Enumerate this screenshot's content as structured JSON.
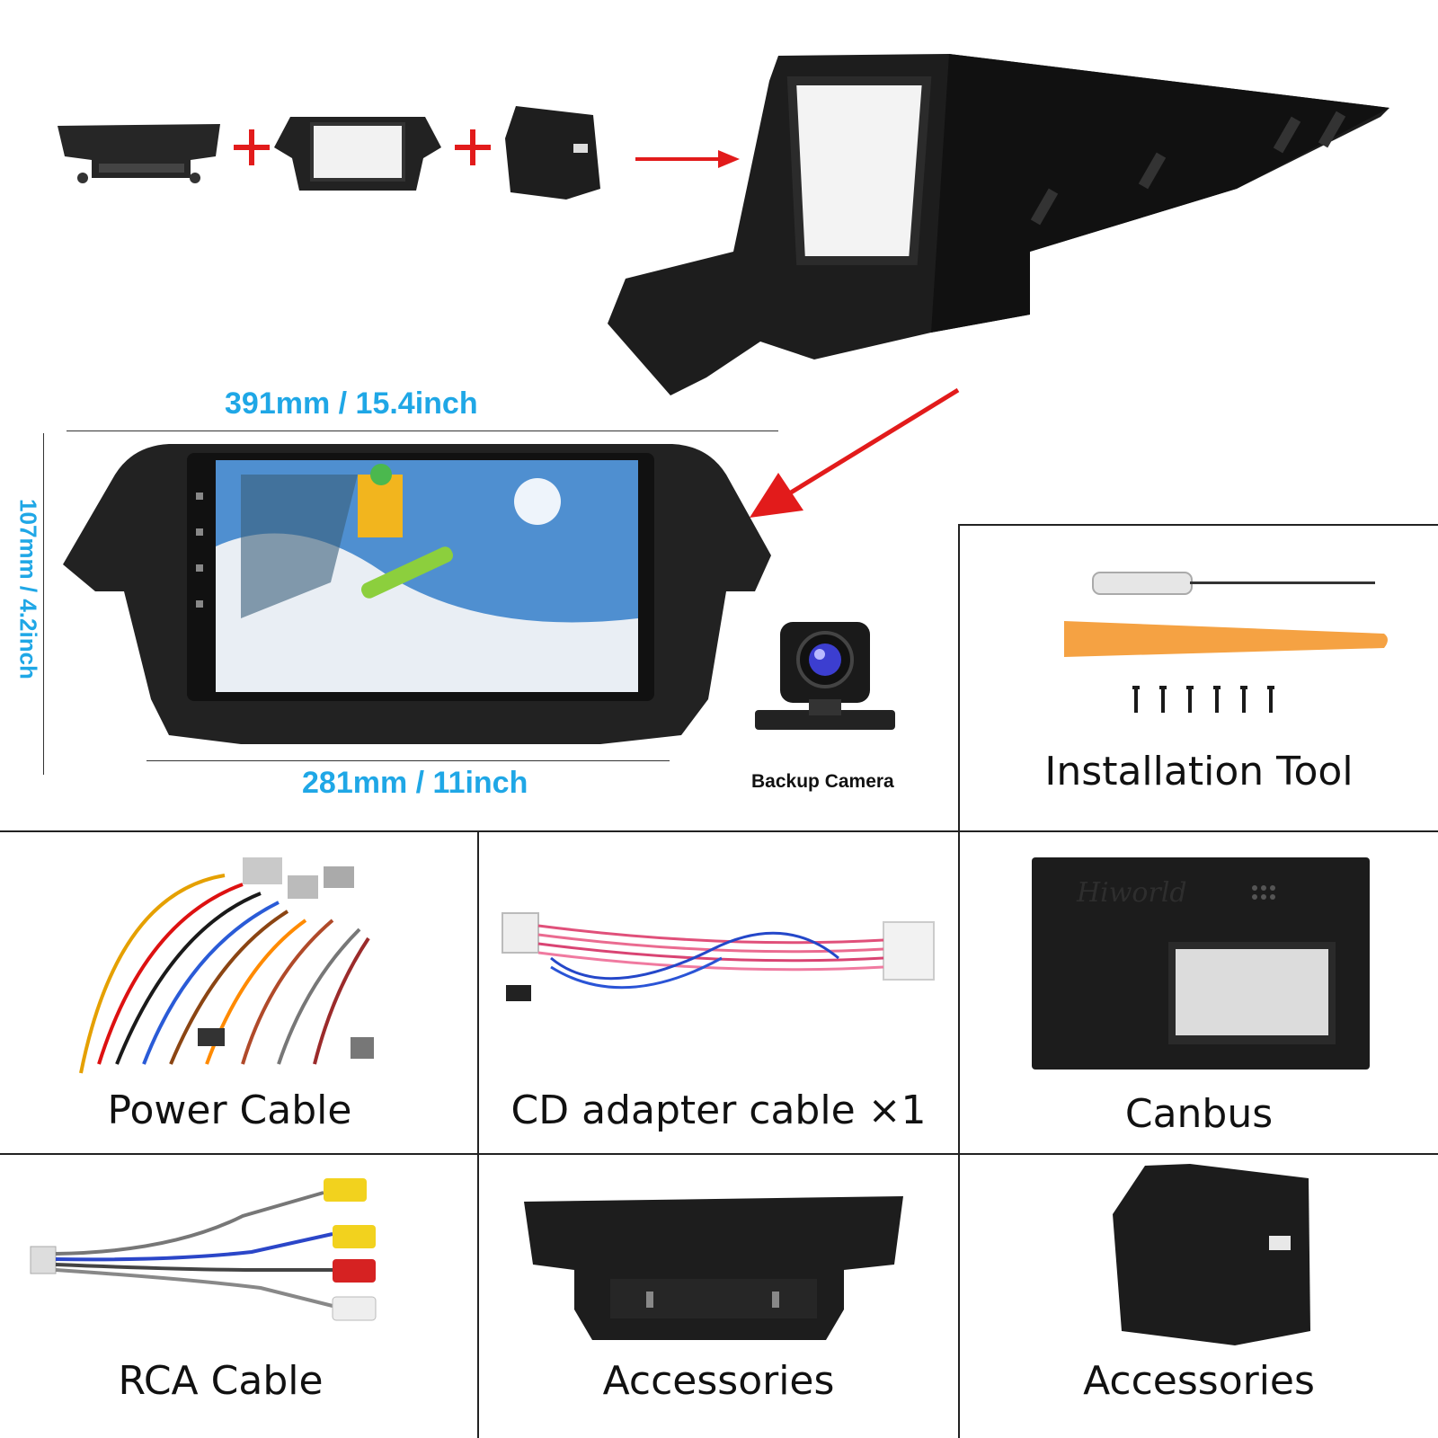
{
  "dimensions": {
    "top_width": "391mm / 15.4inch",
    "bottom_width": "281mm / 11inch",
    "height": "107mm / 4.2inch"
  },
  "labels": {
    "backup_camera": "Backup Camera",
    "installation_tool": "Installation Tool",
    "power_cable": "Power Cable",
    "cd_adapter_cable": "CD adapter cable ×1",
    "canbus": "Canbus",
    "rca_cable": "RCA Cable",
    "accessories_1": "Accessories",
    "accessories_2": "Accessories"
  },
  "canbus_brand": "Hiworld",
  "colors": {
    "dimension_text": "#1fa7e6",
    "arrow_red": "#e21b1b",
    "plus_red": "#e21b1b",
    "panel_black": "#1c1c1c",
    "tool_orange": "#f5a243"
  }
}
